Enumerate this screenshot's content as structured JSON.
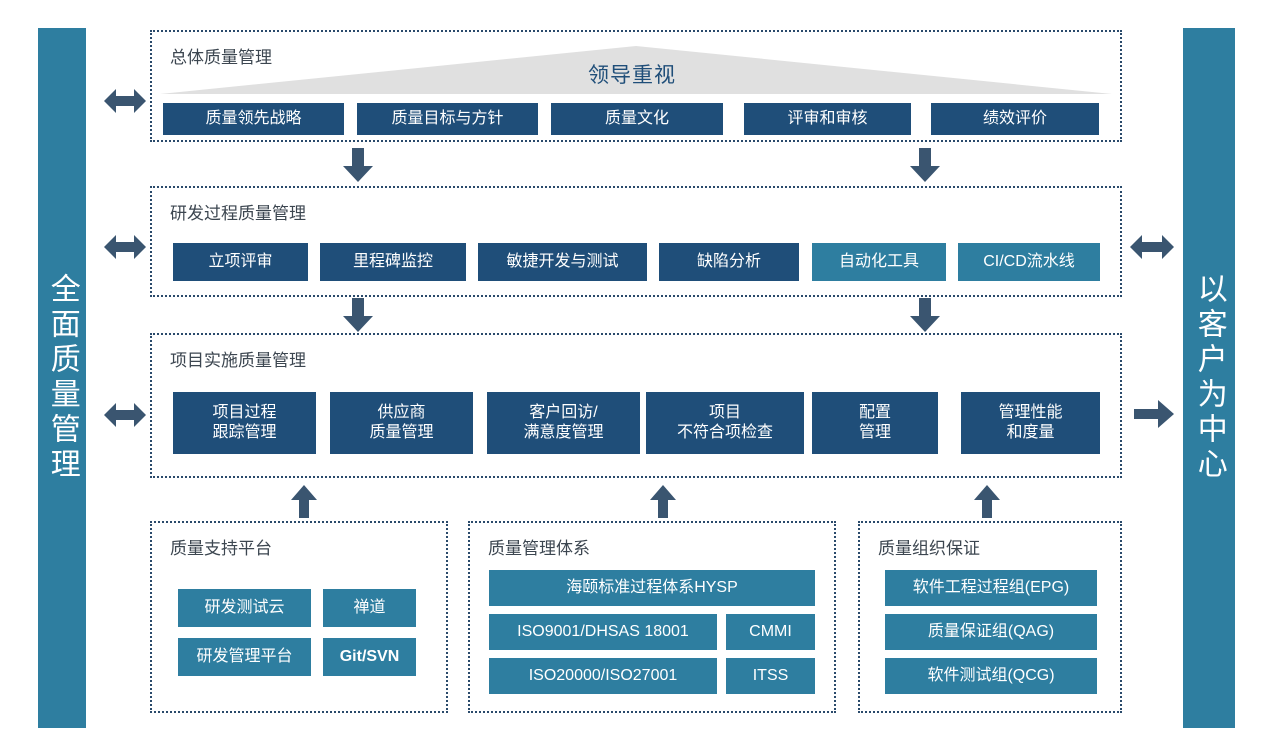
{
  "sides": {
    "left_label": "全面质量管理",
    "right_label": "以客户为中心"
  },
  "colors": {
    "navy": "#1F4E79",
    "teal": "#2E7EA0",
    "triangle_gray": "#E0E0E0",
    "arrow": "#3A5570",
    "panel_border": "#2A4A6B",
    "title_text": "#3C4650"
  },
  "triangle": {
    "label": "领导重视"
  },
  "panels": {
    "overall": {
      "title": "总体质量管理",
      "boxes": [
        {
          "label": "质量领先战略",
          "style": "navy"
        },
        {
          "label": "质量目标与方针",
          "style": "navy"
        },
        {
          "label": "质量文化",
          "style": "navy"
        },
        {
          "label": "评审和审核",
          "style": "navy"
        },
        {
          "label": "绩效评价",
          "style": "navy"
        }
      ]
    },
    "rnd_process": {
      "title": "研发过程质量管理",
      "boxes": [
        {
          "label": "立项评审",
          "style": "navy"
        },
        {
          "label": "里程碑监控",
          "style": "navy"
        },
        {
          "label": "敏捷开发与测试",
          "style": "navy"
        },
        {
          "label": "缺陷分析",
          "style": "navy"
        },
        {
          "label": "自动化工具",
          "style": "teal"
        },
        {
          "label": "CI/CD流水线",
          "style": "teal"
        }
      ]
    },
    "project_impl": {
      "title": "项目实施质量管理",
      "boxes": [
        {
          "label": "项目过程\n跟踪管理",
          "style": "navy"
        },
        {
          "label": "供应商\n质量管理",
          "style": "navy"
        },
        {
          "label": "客户回访/\n满意度管理",
          "style": "navy"
        },
        {
          "label": "项目\n不符合项检查",
          "style": "navy"
        },
        {
          "label": "配置\n管理",
          "style": "navy"
        },
        {
          "label": "管理性能\n和度量",
          "style": "navy"
        }
      ]
    },
    "support_platform": {
      "title": "质量支持平台",
      "boxes": [
        {
          "label": "研发测试云",
          "style": "teal",
          "bold": false
        },
        {
          "label": "禅道",
          "style": "teal",
          "bold": false
        },
        {
          "label": "研发管理平台",
          "style": "teal",
          "bold": false
        },
        {
          "label": "Git/SVN",
          "style": "teal",
          "bold": true
        }
      ]
    },
    "management_system": {
      "title": "质量管理体系",
      "boxes": [
        {
          "label": "海颐标准过程体系HYSP",
          "style": "teal"
        },
        {
          "label": "ISO9001/DHSAS 18001",
          "style": "teal"
        },
        {
          "label": "CMMI",
          "style": "teal"
        },
        {
          "label": "ISO20000/ISO27001",
          "style": "teal"
        },
        {
          "label": "ITSS",
          "style": "teal"
        }
      ]
    },
    "org_assurance": {
      "title": "质量组织保证",
      "boxes": [
        {
          "label": "软件工程过程组(EPG)",
          "style": "teal"
        },
        {
          "label": "质量保证组(QAG)",
          "style": "teal"
        },
        {
          "label": "软件测试组(QCG)",
          "style": "teal"
        }
      ]
    }
  },
  "arrows": {
    "left_overall": "double-horizontal-arrow",
    "left_rnd": "double-horizontal-arrow",
    "left_project": "double-horizontal-arrow",
    "right_rnd": "double-horizontal-arrow",
    "right_project": "right-arrow",
    "down_overall_to_rnd_1": "down-arrow",
    "down_overall_to_rnd_2": "down-arrow",
    "down_rnd_to_project_1": "down-arrow",
    "down_rnd_to_project_2": "down-arrow",
    "up_support_to_project": "up-arrow",
    "up_system_to_project": "up-arrow",
    "up_org_to_project": "up-arrow"
  }
}
